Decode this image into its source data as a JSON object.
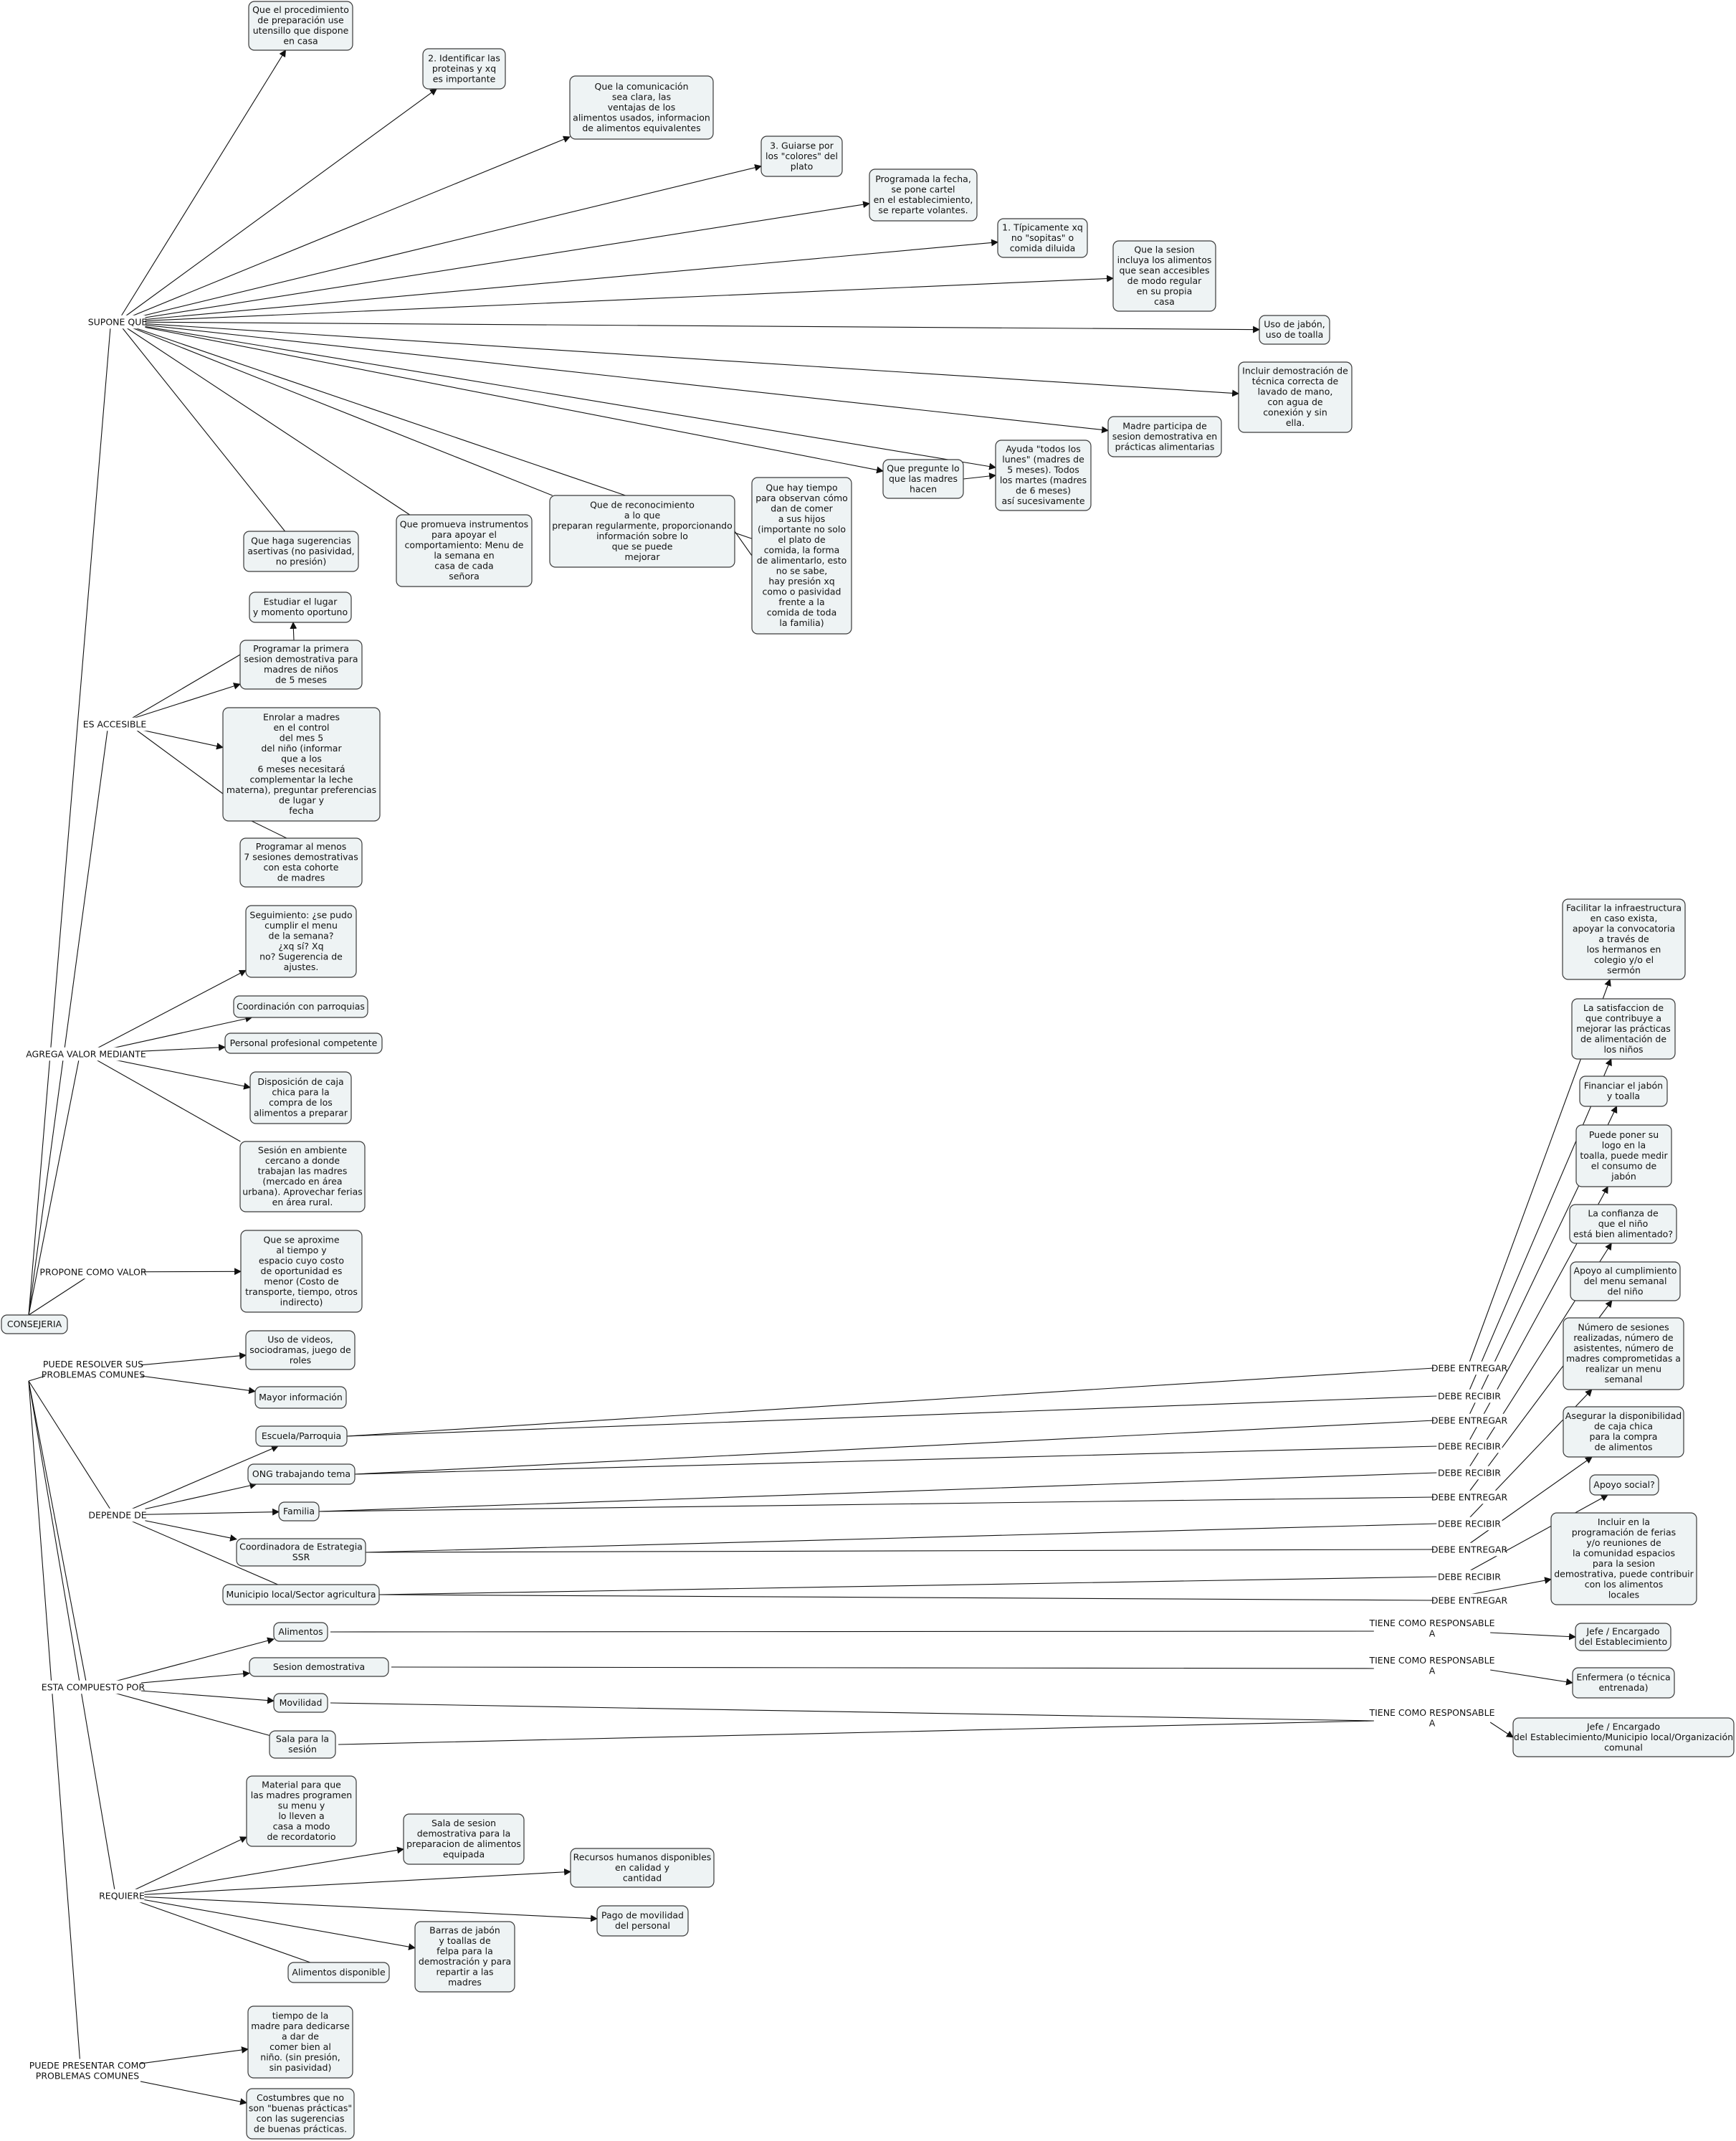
{
  "nodes": {
    "consejeria": {
      "text": [
        "CONSEJERIA"
      ]
    },
    "s1": {
      "text": [
        "Que el procedimiento",
        "de preparación use",
        "utensillo que dispone",
        "en casa"
      ]
    },
    "s2": {
      "text": [
        "2. Identificar las",
        "proteinas y xq",
        "es importante"
      ]
    },
    "s3": {
      "text": [
        "Que la comunicación",
        "sea clara, las",
        "ventajas de los",
        "alimentos usados, informacion",
        "de alimentos equivalentes"
      ]
    },
    "s4": {
      "text": [
        "3. Guiarse por",
        "los \"colores\" del",
        "plato"
      ]
    },
    "s5": {
      "text": [
        "Programada la fecha,",
        "se pone cartel",
        "en el establecimiento,",
        "se reparte volantes."
      ]
    },
    "s6": {
      "text": [
        "1. Típicamente xq",
        "no \"sopitas\" o",
        "comida diluida"
      ]
    },
    "s7": {
      "text": [
        "Que la sesion",
        "incluya los alimentos",
        "que sean accesibles",
        "de modo regular",
        "en su propia",
        "casa"
      ]
    },
    "s8": {
      "text": [
        "Uso de jabón,",
        "uso de toalla"
      ]
    },
    "s9": {
      "text": [
        "Incluir demostración de",
        "técnica correcta de",
        "lavado de mano,",
        "con agua de",
        "conexión y sin",
        "ella."
      ]
    },
    "s10": {
      "text": [
        "Madre participa de",
        "sesion demostrativa en",
        "prácticas alimentarias"
      ]
    },
    "s11": {
      "text": [
        "Que pregunte lo",
        "que las madres",
        "hacen"
      ]
    },
    "s12": {
      "text": [
        "Ayuda \"todos los",
        "lunes\" (madres de",
        "5 meses). Todos",
        "los martes (madres",
        "de 6 meses)",
        "así sucesivamente"
      ]
    },
    "s13": {
      "text": [
        "Que hay tiempo",
        "para observan cómo",
        "dan de comer",
        "a sus hijos",
        "(importante no solo",
        "el plato de",
        "comida, la forma",
        "de alimentarlo, esto",
        "no se sabe,",
        "hay presión xq",
        "como o pasividad",
        "frente a la",
        "comida de toda",
        "la familia)"
      ]
    },
    "s14": {
      "text": [
        "Que de reconocimiento",
        "a lo que",
        "preparan regularmente, proporcionando",
        "información sobre lo",
        "que se puede",
        "mejorar"
      ]
    },
    "s15": {
      "text": [
        "Que promueva instrumentos",
        "para apoyar el",
        "comportamiento: Menu de",
        "la semana en",
        "casa de cada",
        "señora"
      ]
    },
    "s16": {
      "text": [
        "Que haga sugerencias",
        "asertivas (no pasividad,",
        "no presión)"
      ]
    },
    "a1": {
      "text": [
        "Estudiar el lugar",
        "y momento oportuno"
      ]
    },
    "a2": {
      "text": [
        "Programar la primera",
        "sesion demostrativa para",
        "madres de niños",
        "de 5 meses"
      ]
    },
    "a3": {
      "text": [
        "Enrolar a madres",
        "en el control",
        "del mes 5",
        "del niño (informar",
        "que a los",
        "6 meses necesitará",
        "complementar la leche",
        "materna), preguntar preferencias",
        "de lugar y",
        "fecha"
      ]
    },
    "a4": {
      "text": [
        "Programar al menos",
        "7 sesiones demostrativas",
        "con esta cohorte",
        "de madres"
      ]
    },
    "v1": {
      "text": [
        "Seguimiento: ¿se pudo",
        "cumplir el menu",
        "de la semana?",
        "¿xq sí? Xq",
        "no? Sugerencia de",
        "ajustes."
      ]
    },
    "v2": {
      "text": [
        "Coordinación con parroquias"
      ]
    },
    "v3": {
      "text": [
        "Personal profesional competente"
      ]
    },
    "v4": {
      "text": [
        "Disposición de caja",
        "chica para la",
        "compra de los",
        "alimentos a preparar"
      ]
    },
    "v5": {
      "text": [
        "Sesión en ambiente",
        "cercano a donde",
        "trabajan las madres",
        "(mercado en área",
        "urbana). Aprovechar ferias",
        "en área rural."
      ]
    },
    "p1": {
      "text": [
        "Que se aproxime",
        "al tiempo y",
        "espacio cuyo costo",
        "de oportunidad es",
        "menor (Costo de",
        "transporte, tiempo, otros",
        "indirecto)"
      ]
    },
    "r1": {
      "text": [
        "Uso de videos,",
        "sociodramas, juego de",
        "roles"
      ]
    },
    "r2": {
      "text": [
        "Mayor información"
      ]
    },
    "d1": {
      "text": [
        "Escuela/Parroquia"
      ]
    },
    "d2": {
      "text": [
        "ONG trabajando tema"
      ]
    },
    "d3": {
      "text": [
        "Familia"
      ]
    },
    "d4": {
      "text": [
        "Coordinadora de Estrategia",
        "SSR"
      ]
    },
    "d5": {
      "text": [
        "Municipio local/Sector agricultura"
      ]
    },
    "g1": {
      "text": [
        "Facilitar la infraestructura",
        "en caso exista,",
        "apoyar la convocatoria",
        "a través de",
        "los hermanos en",
        "colegio y/o el",
        "sermón"
      ]
    },
    "g2": {
      "text": [
        "La satisfaccion de",
        "que contribuye a",
        "mejorar las prácticas",
        "de alimentación de",
        "los niños"
      ]
    },
    "g3": {
      "text": [
        "Financiar el jabón",
        "y toalla"
      ]
    },
    "g4": {
      "text": [
        "Puede poner su",
        "logo en la",
        "toalla, puede medir",
        "el consumo de",
        "jabón"
      ]
    },
    "g5": {
      "text": [
        "La confianza de",
        "que el niño",
        "está bien alimentado?"
      ]
    },
    "g6": {
      "text": [
        "Apoyo al cumplimiento",
        "del menu semanal",
        "del niño"
      ]
    },
    "g7": {
      "text": [
        "Número de sesiones",
        "realizadas, número de",
        "asistentes, número de",
        "madres comprometidas a",
        "realizar un menu",
        "semanal"
      ]
    },
    "g8": {
      "text": [
        "Asegurar la disponibilidad",
        "de caja chica",
        "para la compra",
        "de alimentos"
      ]
    },
    "g9": {
      "text": [
        "Apoyo social?"
      ]
    },
    "g10": {
      "text": [
        "Incluir en la",
        "programación de ferias",
        "y/o reuniones de",
        "la comunidad espacios",
        "para la sesion",
        "demostrativa, puede contribuir",
        "con los alimentos",
        "locales"
      ]
    },
    "c1": {
      "text": [
        "Alimentos"
      ]
    },
    "c2": {
      "text": [
        "Sesion demostrativa"
      ]
    },
    "c3": {
      "text": [
        "Movilidad"
      ]
    },
    "c4": {
      "text": [
        "Sala para la",
        "sesión"
      ]
    },
    "t1": {
      "text": [
        "Jefe / Encargado",
        "del Establecimiento"
      ]
    },
    "t2": {
      "text": [
        "Enfermera (o técnica",
        "entrenada)"
      ]
    },
    "t3": {
      "text": [
        "Jefe / Encargado",
        "del Establecimiento/Municipio local/Organización",
        "comunal"
      ]
    },
    "q1": {
      "text": [
        "Material para que",
        "las madres programen",
        "su menu y",
        "lo lleven a",
        "casa a modo",
        "de recordatorio"
      ]
    },
    "q2": {
      "text": [
        "Sala de sesion",
        "demostrativa para la",
        "preparacion de alimentos",
        "equipada"
      ]
    },
    "q3": {
      "text": [
        "Recursos humanos disponibles",
        "en calidad y",
        "cantidad"
      ]
    },
    "q4": {
      "text": [
        "Pago de movilidad",
        "del personal"
      ]
    },
    "q5": {
      "text": [
        "Barras de jabón",
        "y toallas de",
        "felpa para la",
        "demostración y para",
        "repartir a las",
        "madres"
      ]
    },
    "q6": {
      "text": [
        "Alimentos disponible"
      ]
    },
    "pp1": {
      "text": [
        "tiempo de la",
        "madre para dedicarse",
        "a dar de",
        "comer bien al",
        "niño. (sin presión,",
        "sin pasividad)"
      ]
    },
    "pp2": {
      "text": [
        "Costumbres que no",
        "son \"buenas prácticas\"",
        "con las sugerencias",
        "de buenas prácticas."
      ]
    }
  },
  "links": {
    "supone": {
      "text": [
        "SUPONE QUE"
      ]
    },
    "accesible": {
      "text": [
        "ES ACCESIBLE"
      ]
    },
    "agrega": {
      "text": [
        "AGREGA VALOR MEDIANTE"
      ]
    },
    "propone": {
      "text": [
        "PROPONE COMO VALOR"
      ]
    },
    "resolver": {
      "text": [
        "PUEDE RESOLVER SUS",
        "PROBLEMAS COMUNES"
      ]
    },
    "depende": {
      "text": [
        "DEPENDE DE"
      ]
    },
    "compuesto": {
      "text": [
        "ESTA COMPUESTO POR"
      ]
    },
    "requiere": {
      "text": [
        "REQUIERE"
      ]
    },
    "presentar": {
      "text": [
        "PUEDE PRESENTAR COMO",
        "PROBLEMAS COMUNES"
      ]
    },
    "de1": {
      "text": [
        "DEBE ENTREGAR"
      ]
    },
    "dr1": {
      "text": [
        "DEBE RECIBIR"
      ]
    },
    "de2": {
      "text": [
        "DEBE ENTREGAR"
      ]
    },
    "dr2": {
      "text": [
        "DEBE RECIBIR"
      ]
    },
    "dr3": {
      "text": [
        "DEBE RECIBIR"
      ]
    },
    "de3": {
      "text": [
        "DEBE ENTREGAR"
      ]
    },
    "dr4": {
      "text": [
        "DEBE RECIBIR"
      ]
    },
    "de4": {
      "text": [
        "DEBE ENTREGAR"
      ]
    },
    "dr5": {
      "text": [
        "DEBE RECIBIR"
      ]
    },
    "de5": {
      "text": [
        "DEBE ENTREGAR"
      ]
    },
    "tr1": {
      "text": [
        "TIENE COMO RESPONSABLE",
        "A"
      ]
    },
    "tr2": {
      "text": [
        "TIENE COMO RESPONSABLE",
        "A"
      ]
    },
    "tr3": {
      "text": [
        "TIENE COMO RESPONSABLE",
        "A"
      ]
    }
  }
}
